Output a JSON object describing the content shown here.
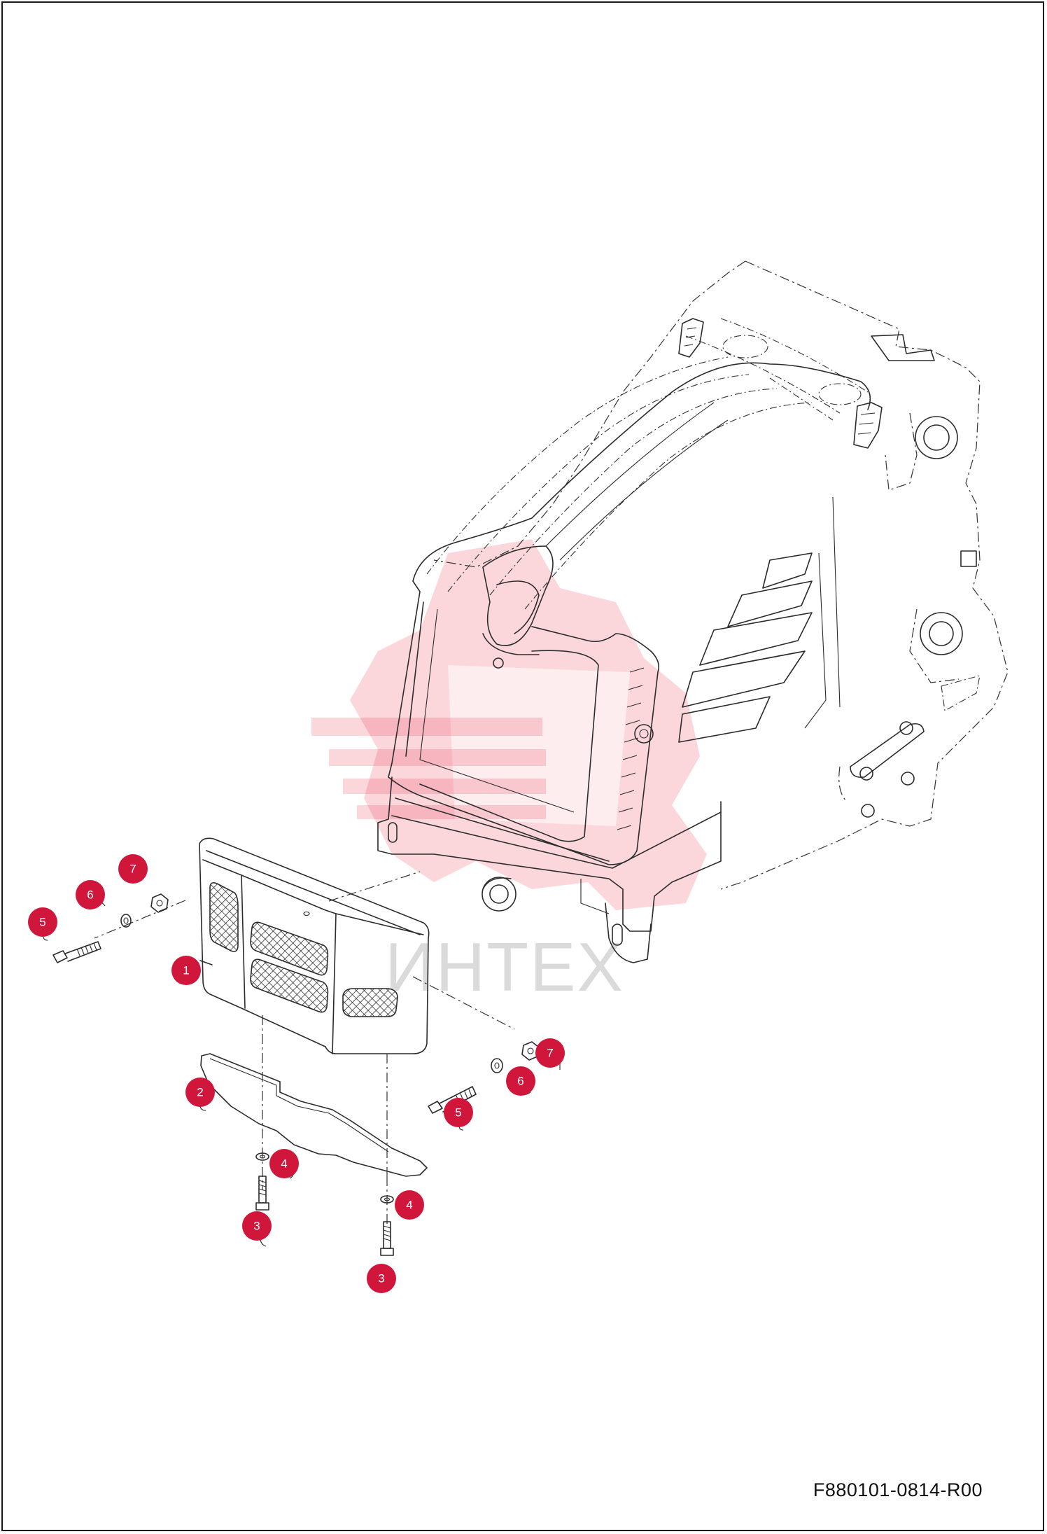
{
  "drawing_number": "F880101-0814-R00",
  "watermark": {
    "text": "ИНТЕХ",
    "accent_color": "#e8233f"
  },
  "callout_color": "#d0163a",
  "callouts": [
    {
      "id": "callout-1",
      "label": "1"
    },
    {
      "id": "callout-2",
      "label": "2"
    },
    {
      "id": "callout-3a",
      "label": "3"
    },
    {
      "id": "callout-3b",
      "label": "3"
    },
    {
      "id": "callout-4a",
      "label": "4"
    },
    {
      "id": "callout-4b",
      "label": "4"
    },
    {
      "id": "callout-5a",
      "label": "5"
    },
    {
      "id": "callout-5b",
      "label": "5"
    },
    {
      "id": "callout-6a",
      "label": "6"
    },
    {
      "id": "callout-6b",
      "label": "6"
    },
    {
      "id": "callout-7a",
      "label": "7"
    },
    {
      "id": "callout-7b",
      "label": "7"
    }
  ]
}
